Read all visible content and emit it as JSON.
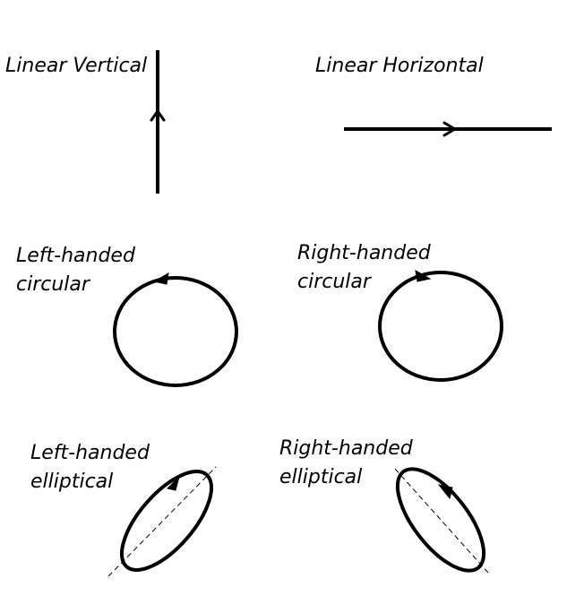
{
  "colors": {
    "background": "#ffffff",
    "stroke": "#000000"
  },
  "panels": {
    "linear_vertical": {
      "label": "Linear Vertical"
    },
    "linear_horizontal": {
      "label": "Linear Horizontal"
    },
    "left_circular": {
      "label_line1": "Left-handed",
      "label_line2": "circular"
    },
    "right_circular": {
      "label_line1": "Right-handed",
      "label_line2": "circular"
    },
    "left_elliptical": {
      "label_line1": "Left-handed",
      "label_line2": "elliptical"
    },
    "right_elliptical": {
      "label_line1": "Right-handed",
      "label_line2": "elliptical"
    }
  }
}
